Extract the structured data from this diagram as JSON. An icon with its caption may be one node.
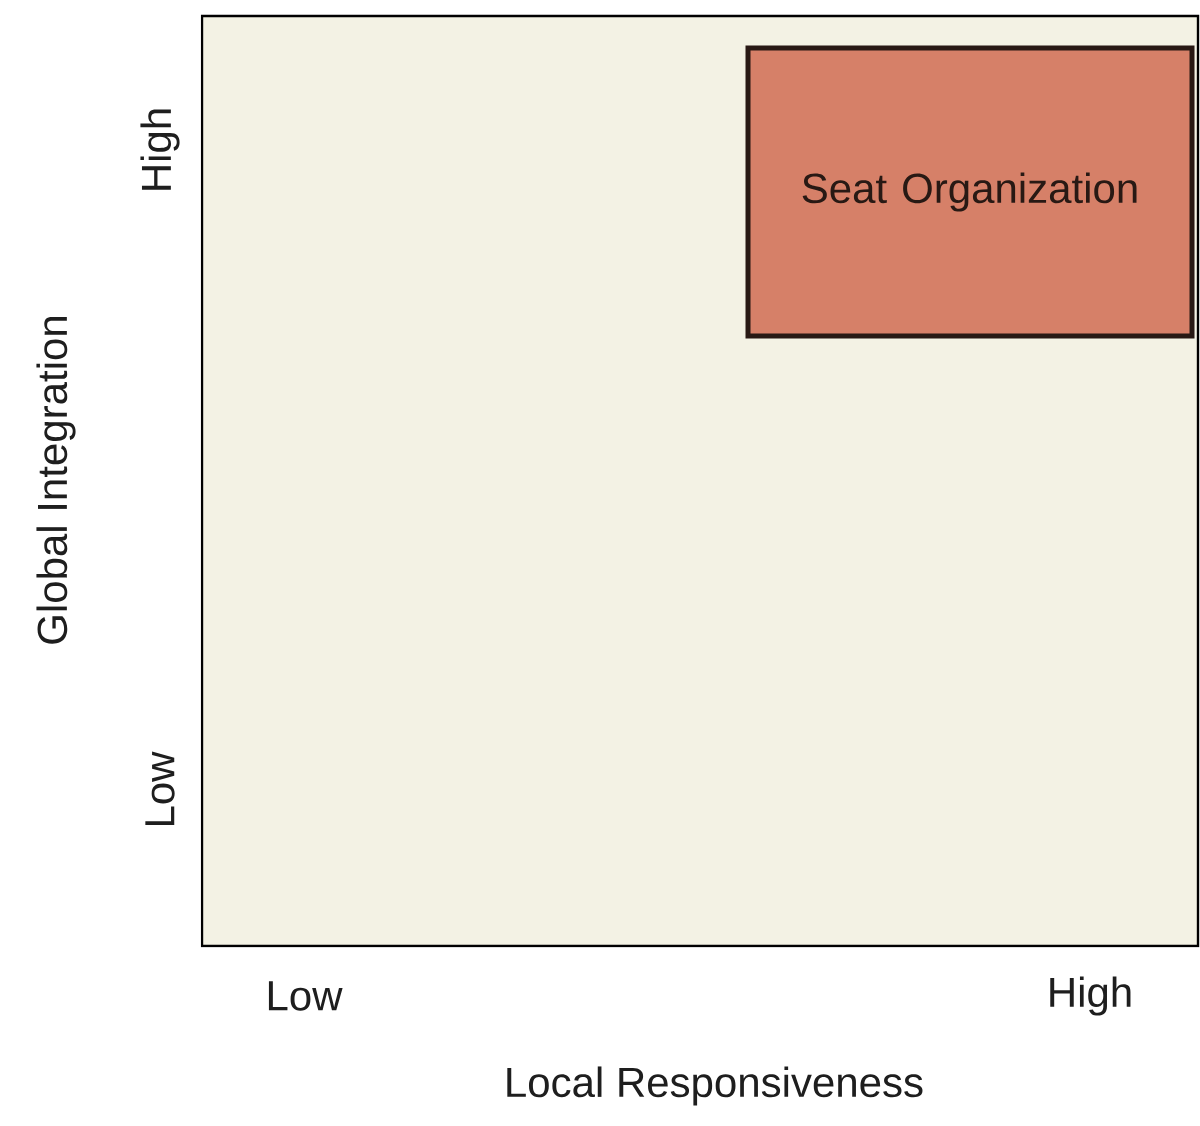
{
  "diagram": {
    "nodes": [
      {
        "text": [
          "Seat Organization"
        ]
      }
    ],
    "labels": [
      "High",
      "Global Integration",
      "Low",
      "Low",
      "High",
      "Local Responsiveness"
    ]
  }
}
